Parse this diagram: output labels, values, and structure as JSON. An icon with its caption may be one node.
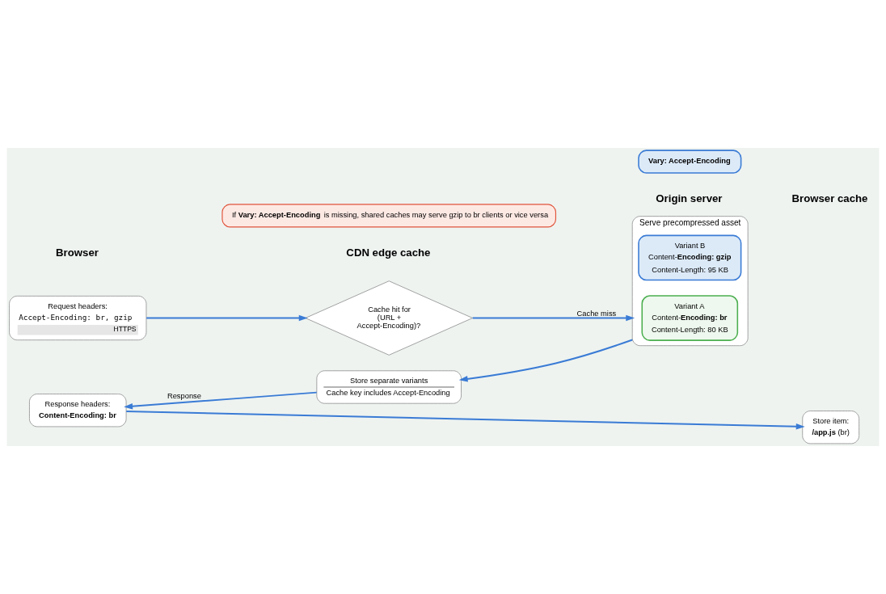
{
  "diagram": {
    "nodes": [
      {
        "text": [
          "Request headers:",
          "Accept-Encoding: br, gzip",
          "HTTPS"
        ]
      },
      {
        "text": [
          "Cache hit for (URL + Accept-Encoding)?"
        ]
      },
      {
        "text": [
          "Serve precompressed asset"
        ]
      },
      {
        "text": [
          "Variant A",
          "Content-**Encoding: br**",
          "Content-Length: 80 KB"
        ],
        "in": 2
      },
      {
        "text": [
          "Variant B",
          "Content-**Encoding: gzip**",
          "Content-Length: 95 KB"
        ],
        "in": 2
      },
      {
        "text": [
          "Store separate variants",
          "Cache key includes Accept-Encoding"
        ]
      },
      {
        "text": [
          "**Vary: Accept-Encoding**"
        ]
      },
      {
        "text": [
          "Response headers:",
          "**Content-Encoding: br**"
        ]
      },
      {
        "text": [
          "Store item:",
          "**/app.js** (br)"
        ]
      },
      {
        "text": [
          "If **Vary: Accept-Encoding** is missing, shared caches may serve gzip to br clients or vice versa"
        ]
      }
    ],
    "edges": [
      {
        "from": 0,
        "to": 1,
        "arrow": "to"
      },
      {
        "from": 1,
        "to": 2,
        "arrow": "to",
        "label": "Cache miss"
      },
      {
        "from": 2,
        "to": 5,
        "arrow": "to"
      },
      {
        "from": 5,
        "to": 7,
        "arrow": "to",
        "label": "Response"
      },
      {
        "from": 7,
        "to": 8,
        "arrow": "to"
      }
    ],
    "labels": [
      "Browser",
      "CDN edge cache",
      "Origin server",
      "Browser cache"
    ]
  }
}
